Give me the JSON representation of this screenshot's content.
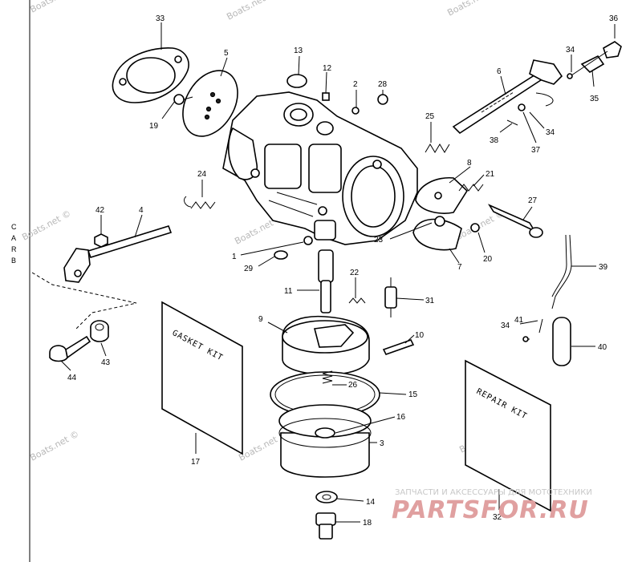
{
  "watermark": "Boats.net ©",
  "side_label": [
    "C",
    "A",
    "R",
    "B"
  ],
  "gasket_kit_text": "GASKET KIT",
  "repair_kit_text": "REPAIR KIT",
  "brand": {
    "subtitle": "ЗАПЧАСТИ И АКСЕССУАРЫ ДЛЯ МОТОТЕХНИКИ",
    "logo": "PARTSFOR.RU"
  },
  "callouts": [
    "33",
    "5",
    "13",
    "12",
    "2",
    "28",
    "36",
    "34",
    "6",
    "35",
    "19",
    "25",
    "34",
    "38",
    "37",
    "8",
    "21",
    "24",
    "42",
    "4",
    "27",
    "1",
    "29",
    "23",
    "20",
    "7",
    "22",
    "11",
    "31",
    "39",
    "9",
    "10",
    "41",
    "34",
    "40",
    "26",
    "15",
    "44",
    "43",
    "16",
    "3",
    "17",
    "32",
    "14",
    "18"
  ]
}
